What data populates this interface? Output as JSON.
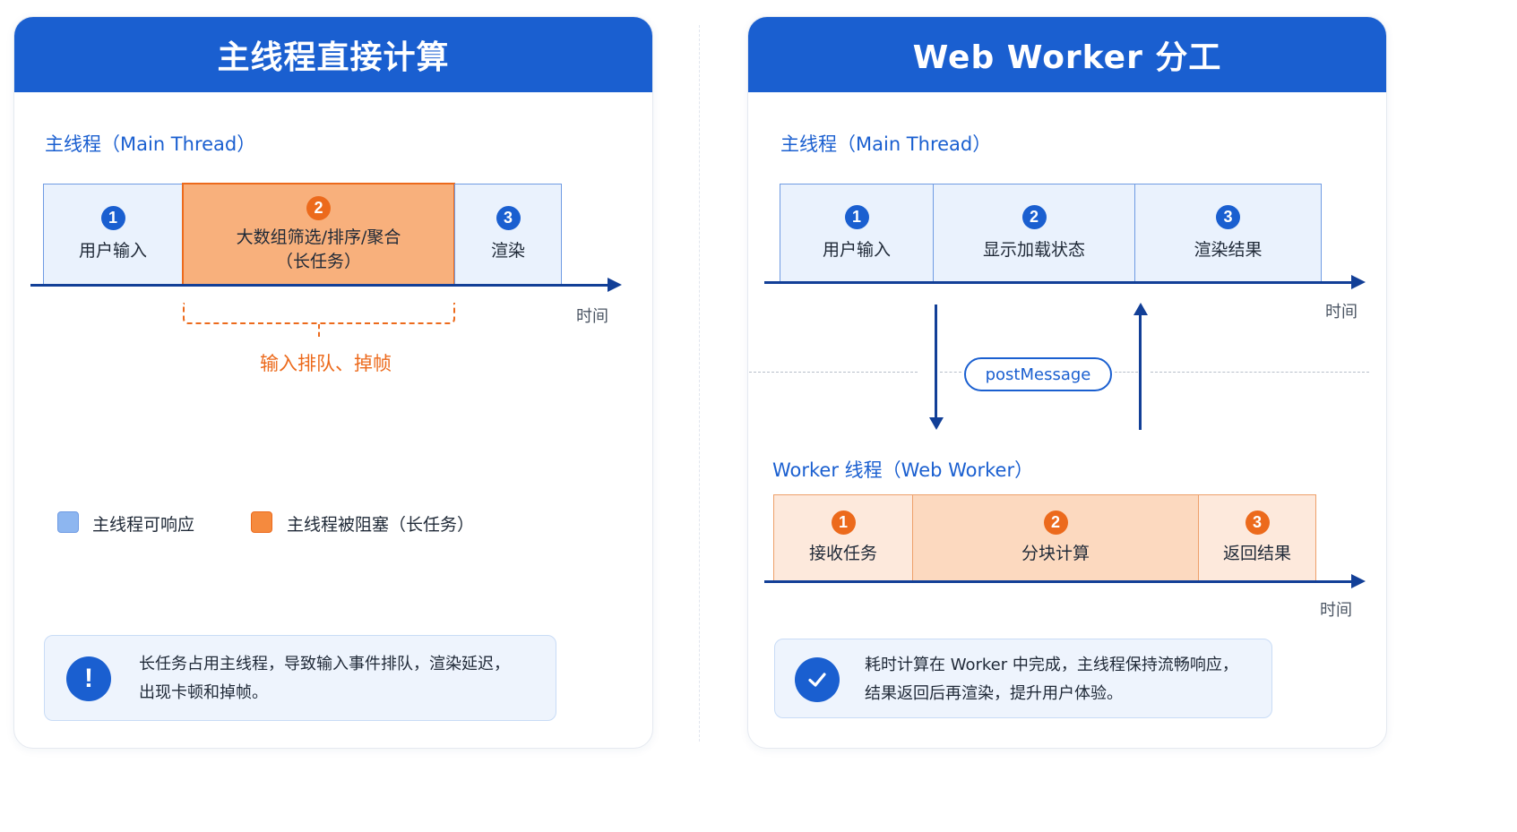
{
  "left_panel": {
    "title": "主线程直接计算",
    "main_thread_label": "主线程（Main Thread）",
    "steps": [
      {
        "number": "1",
        "label": "用户输入"
      },
      {
        "number": "2",
        "label_line1": "大数组筛选/排序/聚合",
        "label_line2": "（长任务）"
      },
      {
        "number": "3",
        "label": "渲染"
      }
    ],
    "time_label": "时间",
    "queue_note": "输入排队、掉帧",
    "legend": [
      {
        "label": "主线程可响应",
        "color": "#8db6f0"
      },
      {
        "label": "主线程被阻塞（长任务）",
        "color": "#f58a3e"
      }
    ],
    "note": {
      "icon": "!",
      "line1": "长任务占用主线程，导致输入事件排队，渲染延迟，",
      "line2": "出现卡顿和掉帧。"
    }
  },
  "right_panel": {
    "title": "Web Worker 分工",
    "main_thread_label": "主线程（Main Thread）",
    "main_steps": [
      {
        "number": "1",
        "label": "用户输入"
      },
      {
        "number": "2",
        "label": "显示加载状态"
      },
      {
        "number": "3",
        "label": "渲染结果"
      }
    ],
    "time_label_main": "时间",
    "post_message": "postMessage",
    "worker_thread_label": "Worker 线程（Web Worker）",
    "worker_steps": [
      {
        "number": "1",
        "label": "接收任务"
      },
      {
        "number": "2",
        "label": "分块计算"
      },
      {
        "number": "3",
        "label": "返回结果"
      }
    ],
    "time_label_worker": "时间",
    "note": {
      "icon": "check-icon",
      "line1": "耗时计算在 Worker 中完成，主线程保持流畅响应，",
      "line2": "结果返回后再渲染，提升用户体验。"
    }
  },
  "colors": {
    "header_blue": "#1a5fd0",
    "timeline_navy": "#123f97",
    "blocked_orange": "#ec6a1c",
    "responsive_blue": "#eaf2fd",
    "worker_peach": "#fde9dc"
  }
}
